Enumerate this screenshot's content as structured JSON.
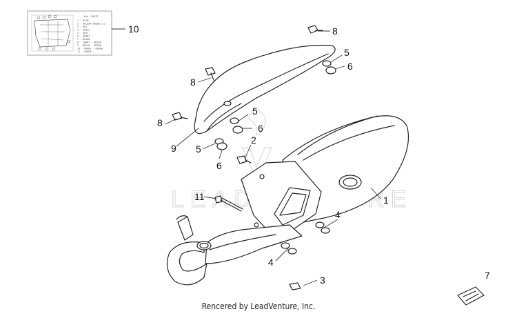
{
  "callouts": {
    "c1": "1",
    "c2": "2",
    "c3": "3",
    "c4a": "4",
    "c4b": "4",
    "c5a": "5",
    "c5b": "5",
    "c5c": "5",
    "c6a": "6",
    "c6b": "6",
    "c6c": "6",
    "c7": "7",
    "c8a": "8",
    "c8b": "8",
    "c8c": "8",
    "c9": "9",
    "c10": "10",
    "c11": "11"
  },
  "inset": {
    "title": "Exh. PARTS",
    "legend": [
      "1 - KLEM",
      "2 - KELDER GROEN 2/3",
      "3 - ROZ",
      "4 - GRIJS",
      "5 - GEEL",
      "6 - ZWART",
      "7 - BLAUW",
      "8 - ZWART - BRUIN",
      "9 - BRUIN - GROEN",
      "10 - PAARS - GROEN",
      "11 - GROEN"
    ]
  },
  "watermark": "LEADVENTURE",
  "footer": "Rencered by LeadVenture, Inc.",
  "colors": {
    "line": "#222222",
    "watermark": "#d4d4d4"
  }
}
